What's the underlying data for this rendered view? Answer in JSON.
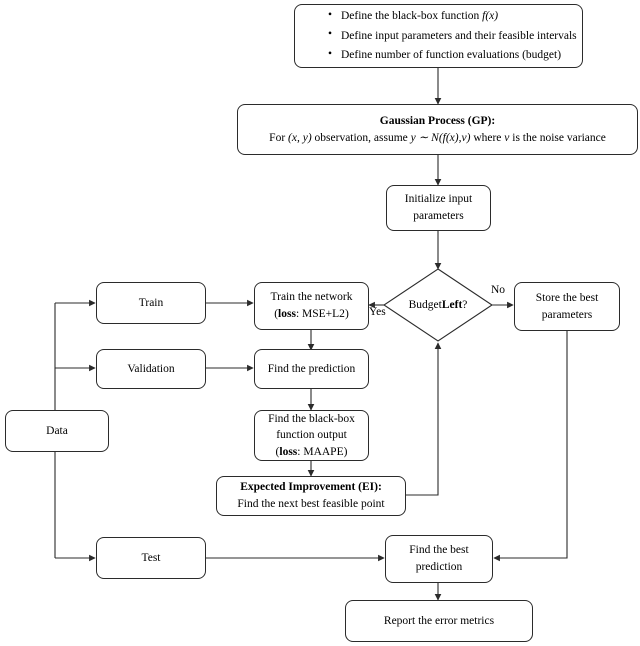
{
  "diagram": {
    "title": "Bayesian optimization workflow flowchart",
    "stroke_color": "#2b2b2b",
    "background": "#ffffff",
    "nodes": {
      "setup": {
        "name": "setup-box",
        "bullets": [
          "Define the black-box function f(x)",
          "Define input parameters and their feasible intervals",
          "Define number of function evaluations (budget)"
        ],
        "bullet_parts": {
          "b1_text": "Define the black-box function ",
          "b1_math": "f(x)",
          "b2_text": "Define input parameters and their feasible intervals",
          "b3_text": "Define number of function evaluations (budget)"
        }
      },
      "gaussian_process": {
        "name": "gaussian-process-box",
        "heading": "Gaussian Process (GP):",
        "body_pre": "For ",
        "body_xy": "(x, y)",
        "body_mid": " observation, assume ",
        "body_math": "y ∼ N(f(x),ν)",
        "body_post": " where ",
        "body_nu": "ν",
        "body_end": " is the noise variance",
        "body_plain": "For (x, y) observation, assume y ∼ N(f(x),ν) where ν is the noise variance"
      },
      "initialize": {
        "name": "initialize-box",
        "line1": "Initialize input",
        "line2": "parameters"
      },
      "budget_decision": {
        "name": "budget-left-decision",
        "label_pre": "Budget ",
        "label_bold": "Left",
        "label_post": "?",
        "label_plain": "Budget Left?"
      },
      "train_data": {
        "name": "train-box",
        "label": "Train"
      },
      "validation_data": {
        "name": "validation-box",
        "label": "Validation"
      },
      "test_data": {
        "name": "test-box",
        "label": "Test"
      },
      "data": {
        "name": "data-box",
        "label": "Data"
      },
      "train_network": {
        "name": "train-network-box",
        "line1": "Train the network",
        "line2_bold": "loss",
        "line2_rest": ":  MSE+L2",
        "line2_plain": "(loss:  MSE+L2)"
      },
      "find_prediction": {
        "name": "find-prediction-box",
        "label": "Find the prediction"
      },
      "blackbox_output": {
        "name": "blackbox-output-box",
        "line1": "Find the black-box",
        "line2": "function output",
        "line3_bold": "loss",
        "line3_rest": ":  MAAPE",
        "line3_plain": "(loss:  MAAPE)"
      },
      "expected_improvement": {
        "name": "expected-improvement-box",
        "heading": "Expected Improvement (EI):",
        "body": "Find the next best feasible point"
      },
      "store_best": {
        "name": "store-best-parameters-box",
        "line1": "Store the best",
        "line2": "parameters"
      },
      "find_best_prediction": {
        "name": "find-best-prediction-box",
        "line1": "Find the best",
        "line2": "prediction"
      },
      "report": {
        "name": "report-error-metrics-box",
        "label": "Report the error metrics"
      }
    },
    "edge_labels": {
      "yes": "Yes",
      "no": "No"
    }
  }
}
